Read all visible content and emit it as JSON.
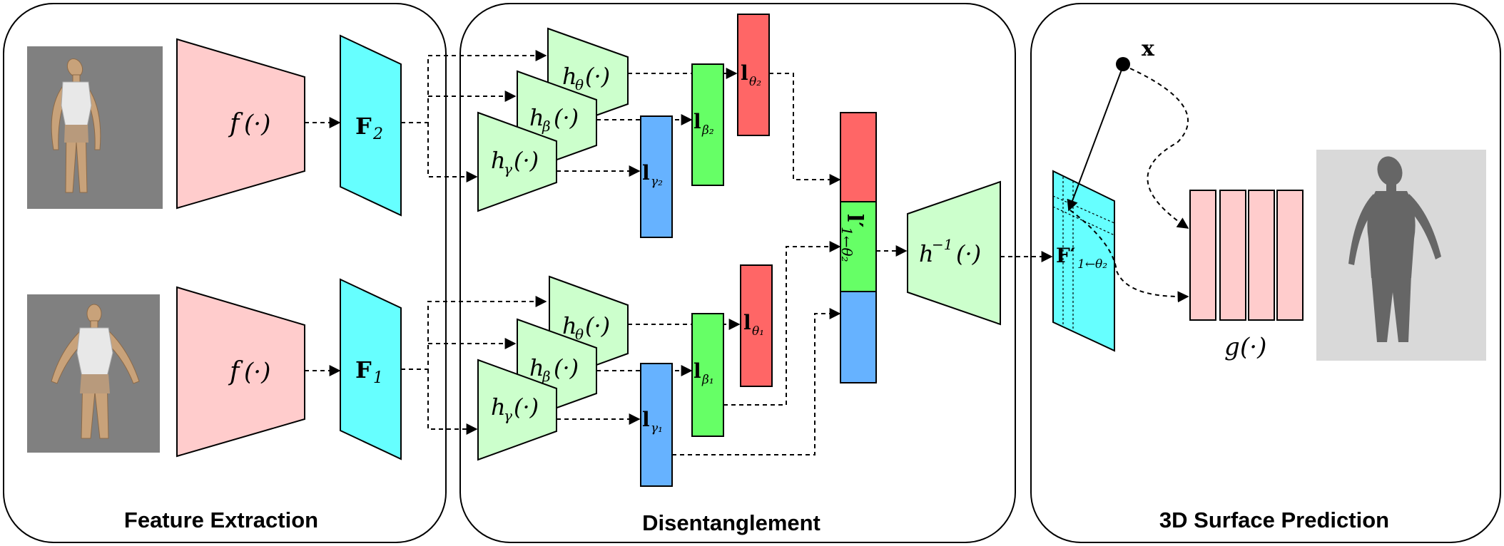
{
  "panels": {
    "feature_extraction": "Feature Extraction",
    "disentanglement": "Disentanglement",
    "surface_prediction": "3D Surface Prediction"
  },
  "encoder": {
    "f": "f",
    "arg": "(·)"
  },
  "features": {
    "F2": {
      "main": "F",
      "sub": "2"
    },
    "F1": {
      "main": "F",
      "sub": "1"
    }
  },
  "heads": {
    "h_theta": {
      "main": "h",
      "sub": "θ",
      "arg": "(·)"
    },
    "h_beta": {
      "main": "h",
      "sub": "β",
      "arg": "(·)"
    },
    "h_gamma": {
      "main": "h",
      "sub": "γ",
      "arg": "(·)"
    }
  },
  "latents": {
    "theta2": {
      "main": "l",
      "sub": "θ₂"
    },
    "beta2": {
      "main": "l",
      "sub": "β₂"
    },
    "gamma2": {
      "main": "l",
      "sub": "γ₂"
    },
    "theta1": {
      "main": "l",
      "sub": "θ₁"
    },
    "beta1": {
      "main": "l",
      "sub": "β₁"
    },
    "gamma1": {
      "main": "l",
      "sub": "γ₁"
    }
  },
  "combined": {
    "main": "l′",
    "sub": "1←θ₂"
  },
  "inverse": {
    "main": "h",
    "sup": "−1",
    "arg": "(·)"
  },
  "fused_feature": {
    "main": "F′",
    "sub": "1←θ₂"
  },
  "query_point": "x",
  "decoder": {
    "g": "g",
    "arg": "(·)"
  },
  "colors": {
    "encoder": "#ffcccc",
    "feature": "#66ffff",
    "head": "#ccffcc",
    "theta": "#ff6666",
    "beta": "#66ff66",
    "gamma": "#66b2ff",
    "decoder": "#ffcccc",
    "mannequin_bg": "#808080",
    "output_bg": "#d9d9d9",
    "body_gray": "#666666",
    "skin": "#c8a27a"
  }
}
